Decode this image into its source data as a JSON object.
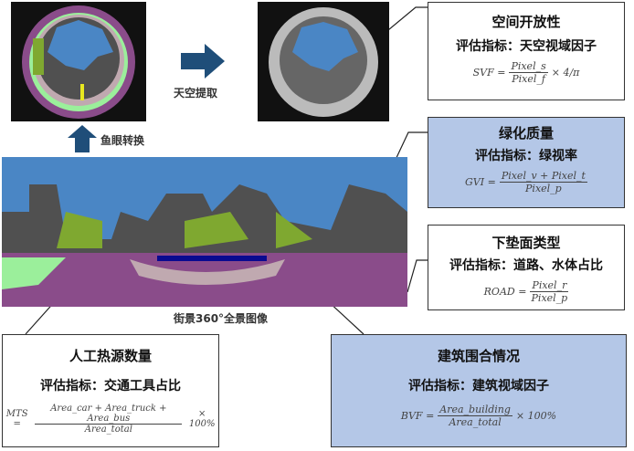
{
  "labels": {
    "sky_extract": "天空提取",
    "fisheye_convert": "鱼眼转换",
    "panorama": "街景360°全景图像"
  },
  "boxes": {
    "svf": {
      "title": "空间开放性",
      "metric": "评估指标：天空视域因子",
      "lhs": "SVF =",
      "num": "Pixel_s",
      "den": "Pixel_f",
      "tail": "× 4/π"
    },
    "gvi": {
      "title": "绿化质量",
      "metric": "评估指标：绿视率",
      "lhs": "GVI =",
      "num": "Pixel_v + Pixel_t",
      "den": "Pixel_p"
    },
    "road": {
      "title": "下垫面类型",
      "metric": "评估指标：道路、水体占比",
      "lhs": "ROAD =",
      "num": "Pixel_r",
      "den": "Pixel_p"
    },
    "mts": {
      "title": "人工热源数量",
      "metric": "评估指标：交通工具占比",
      "lhs": "MTS =",
      "num": "Area_car + Area_truck + Area_bus",
      "den": "Area_total",
      "tail": "× 100%"
    },
    "bvf": {
      "title": "建筑围合情况",
      "metric": "评估指标：建筑视域因子",
      "lhs": "BVF =",
      "num": "Area_building",
      "den": "Area_total",
      "tail": "× 100%"
    }
  },
  "colors": {
    "sky": "#4a86c5",
    "building": "#505050",
    "vegetation": "#7fa830",
    "road": "#8a4c8a",
    "box_blue": "#b4c7e7",
    "arrow": "#1f4e79"
  }
}
